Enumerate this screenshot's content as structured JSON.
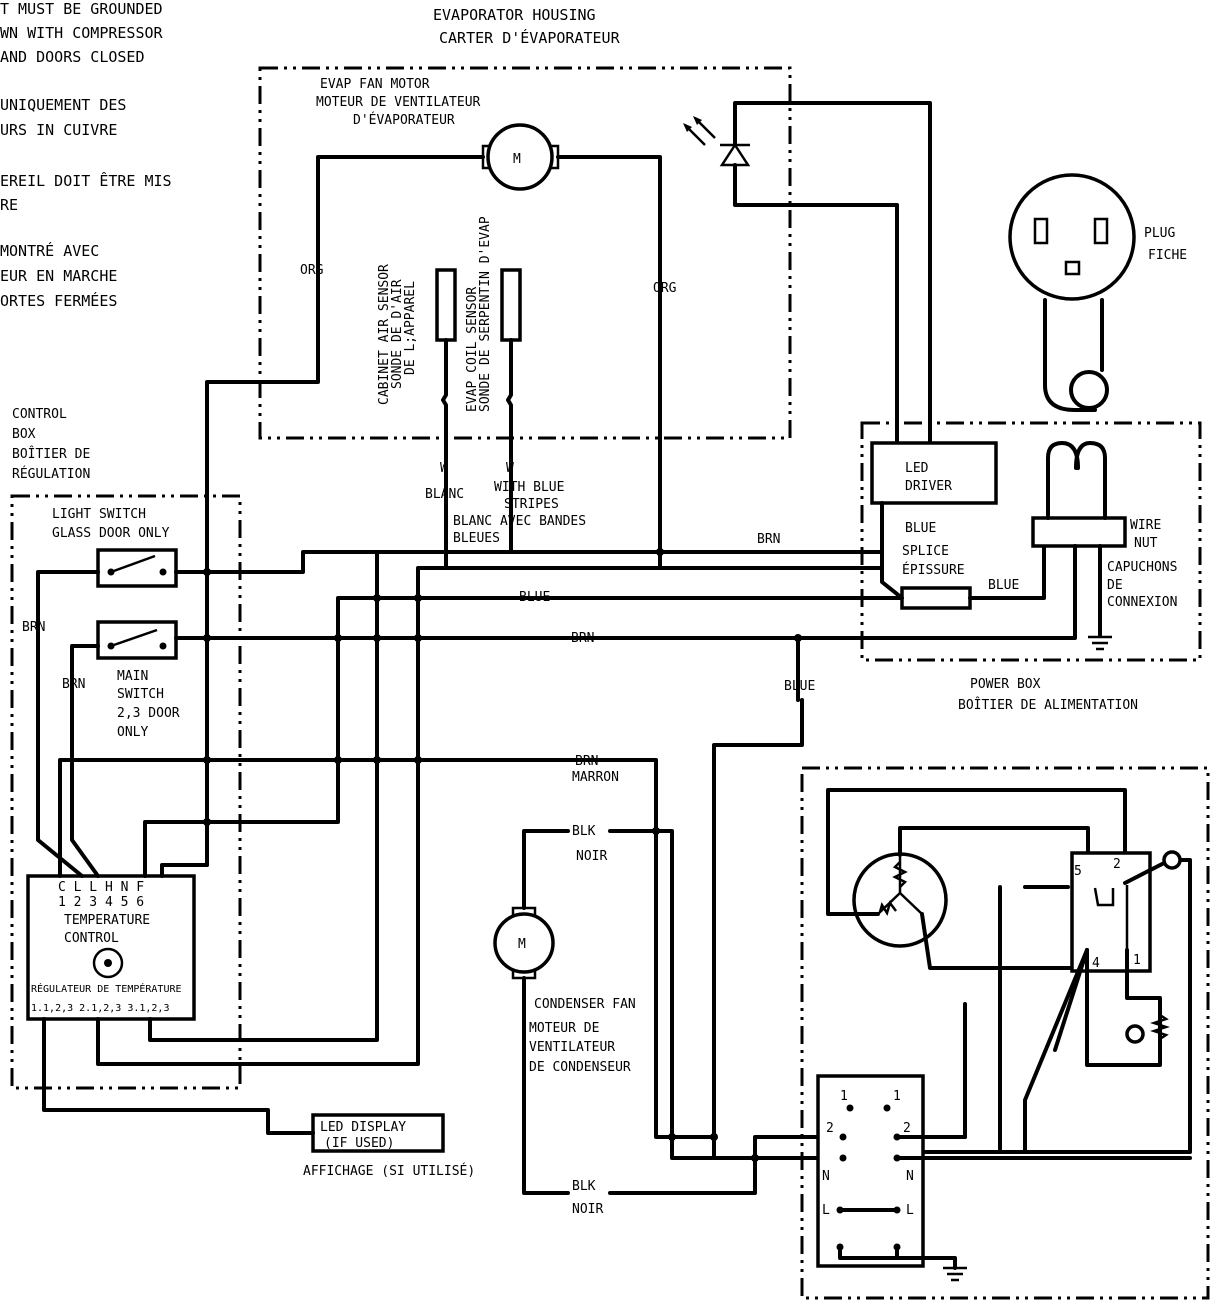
{
  "notes": {
    "left_lines": [
      "T MUST BE GROUNDED",
      "WN WITH COMPRESSOR",
      "AND DOORS CLOSED",
      "UNIQUEMENT DES",
      "URS IN CUIVRE",
      "EREIL DOIT ÊTRE MIS",
      "RE",
      "MONTRÉ AVEC",
      "EUR EN MARCHE",
      "ORTES FERMÉES"
    ]
  },
  "evap_housing": {
    "line1": "EVAPORATOR HOUSING",
    "line2": "CARTER D'ÉVAPORATEUR"
  },
  "evap_fan": {
    "line1": "EVAP FAN MOTOR",
    "line2": "MOTEUR DE VENTILATEUR",
    "line3": "D'ÉVAPORATEUR",
    "symbol": "M"
  },
  "cabinet_sensor": {
    "line1": "CABINET AIR SENSOR",
    "line2": "SONDE DE D'AIR",
    "line3": "DE L;APPAREL"
  },
  "coil_sensor": {
    "line1": "EVAP COIL SENSOR",
    "line2": "SONDE DE SERPENTIN D'EVAP"
  },
  "plug": {
    "line1": "PLUG",
    "line2": "FICHE"
  },
  "control_box": {
    "line1": "CONTROL",
    "line2": "BOX",
    "line3": "BOÎTIER DE",
    "line4": "RÉGULATION"
  },
  "light_switch": {
    "line1": "LIGHT SWITCH",
    "line2": "GLASS DOOR ONLY"
  },
  "main_switch": {
    "line1": "MAIN",
    "line2": "SWITCH",
    "line3": "2,3 DOOR",
    "line4": "ONLY"
  },
  "temp_control": {
    "terminals_letters": "C  L  L  H  N  F",
    "terminals_numbers": "1  2  3  4  5  6",
    "line1": "TEMPERATURE",
    "line2": "CONTROL",
    "line3": "RÉGULATEUR DE TEMPÉRATURE",
    "line4": "1.1,2,3 2.1,2,3 3.1,2,3"
  },
  "led_display": {
    "line1": "LED DISPLAY",
    "line2": "(IF USED)",
    "line3": "AFFICHAGE (SI UTILISÉ)"
  },
  "led_driver": {
    "line1": "LED",
    "line2": "DRIVER"
  },
  "splice": {
    "line1": "SPLICE",
    "line2": "ÉPISSURE"
  },
  "wire_nut": {
    "line1": "WIRE",
    "line2": "NUT",
    "line3": "CAPUCHONS",
    "line4": "DE",
    "line5": "CONNEXION"
  },
  "power_box": {
    "line1": "POWER BOX",
    "line2": "BOÎTIER DE ALIMENTATION"
  },
  "condenser_fan": {
    "symbol": "M",
    "line1": "CONDENSER FAN",
    "line2": "MOTEUR DE",
    "line3": "VENTILATEUR",
    "line4": "DE CONDENSEUR"
  },
  "wires": {
    "org": "ORG",
    "w": "W",
    "blanc": "BLANC",
    "w_blue_1": "WITH BLUE",
    "w_blue_2": "STRIPES",
    "w_blue_3": "BLANC AVEC BANDES",
    "w_blue_4": "BLEUES",
    "brn": "BRN",
    "blue": "BLUE",
    "marron": "MARRON",
    "blk": "BLK",
    "noir": "NOIR"
  },
  "relay": {
    "t5": "5",
    "t2": "2",
    "t4": "4",
    "t1": "1"
  },
  "terminal_block": {
    "one": "1",
    "two": "2",
    "n": "N",
    "l": "L"
  }
}
